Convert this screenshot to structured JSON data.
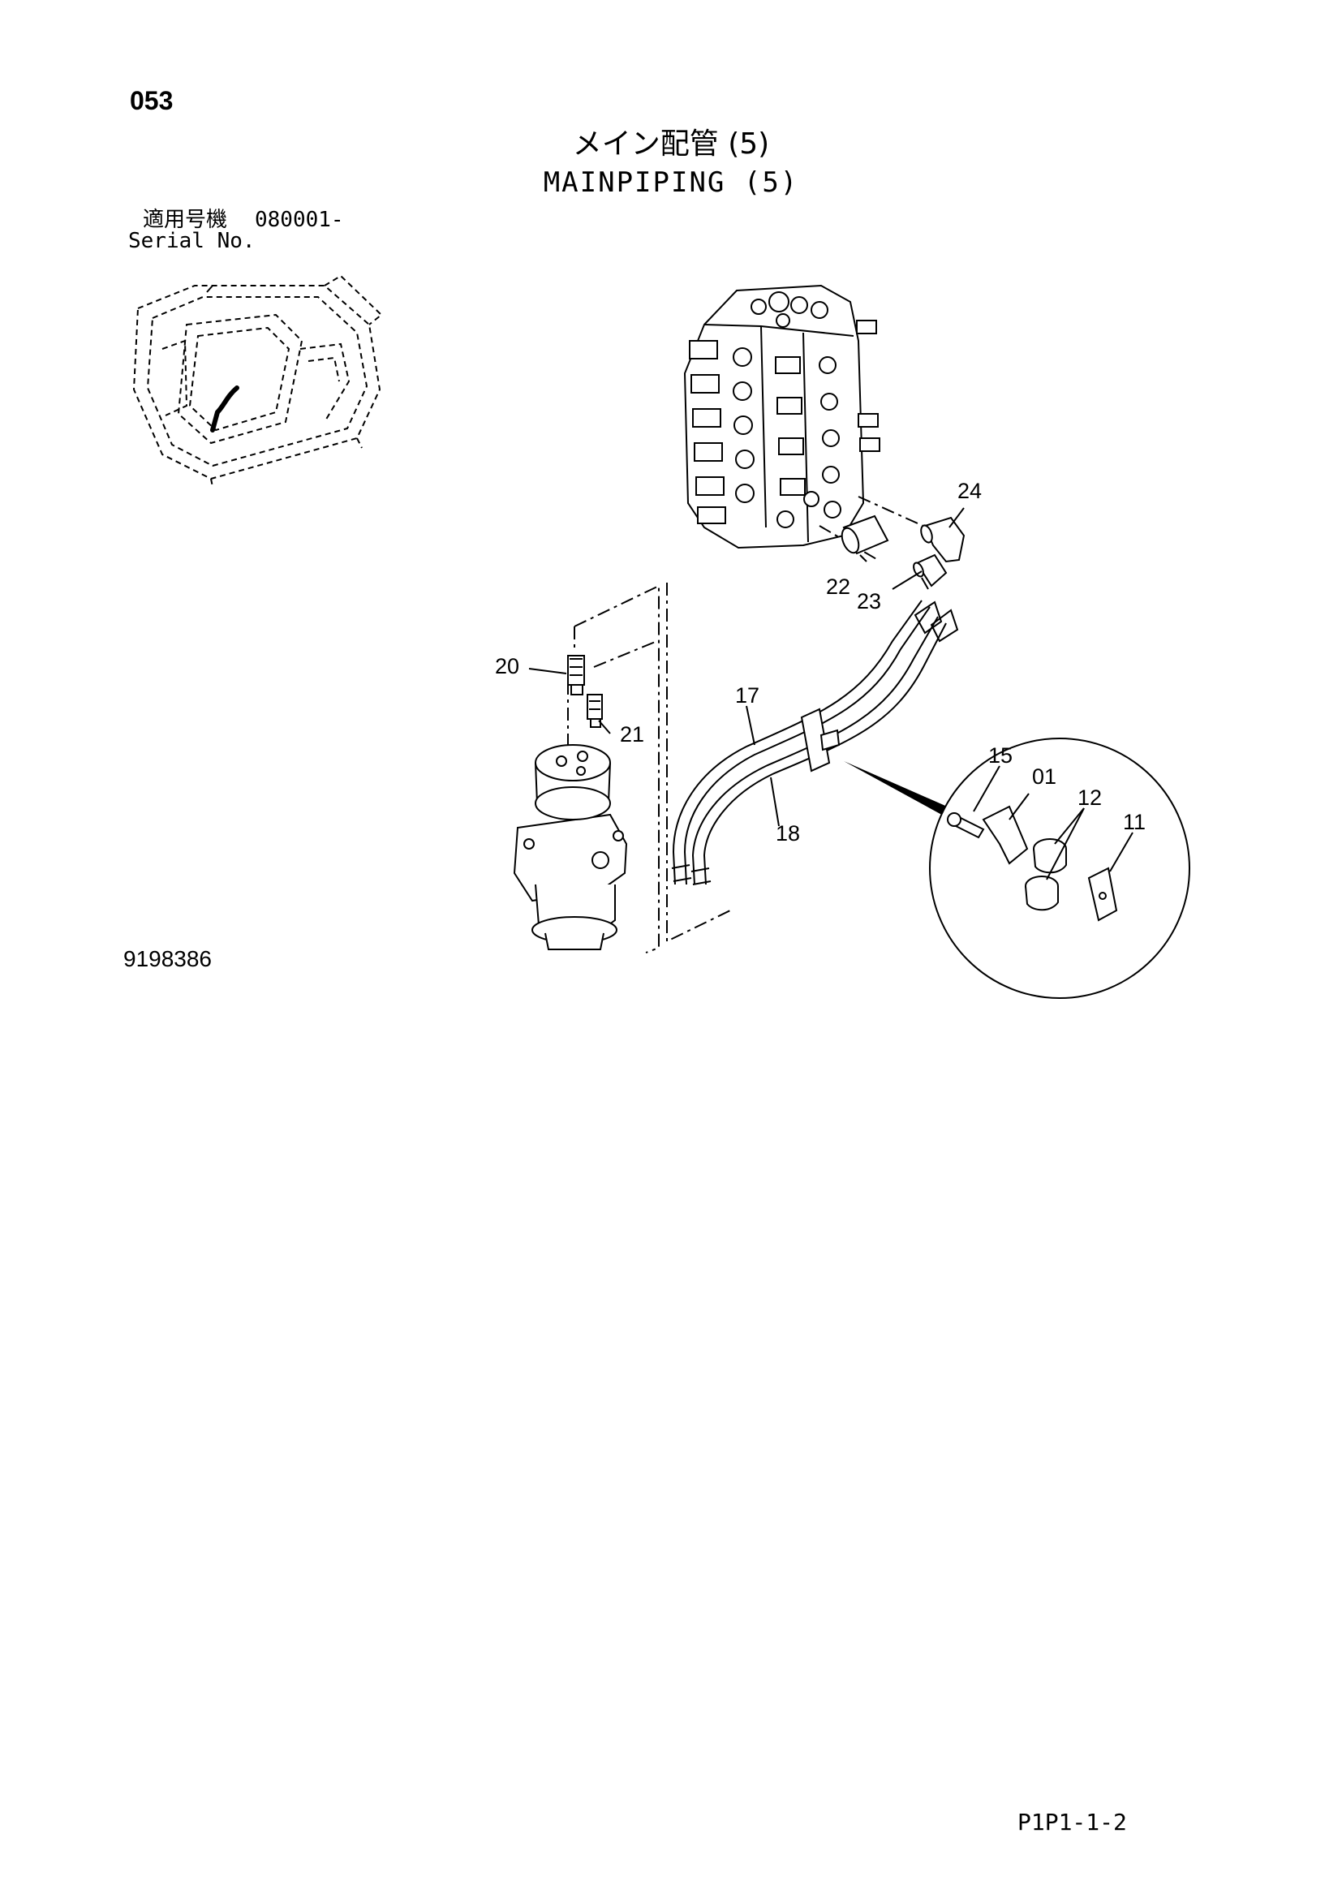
{
  "header": {
    "page_number": "053",
    "title_jp": "メイン配管 (5)",
    "title_en": "MAINPIPING (5)",
    "serial_label_jp": "適用号機",
    "serial_value": "080001-",
    "serial_label_en": "Serial No."
  },
  "callouts": [
    "24",
    "22",
    "23",
    "20",
    "17",
    "21",
    "15",
    "01",
    "12",
    "11",
    "18"
  ],
  "footer": {
    "drawing_number": "9198386",
    "page_code": "P1P1-1-2"
  }
}
